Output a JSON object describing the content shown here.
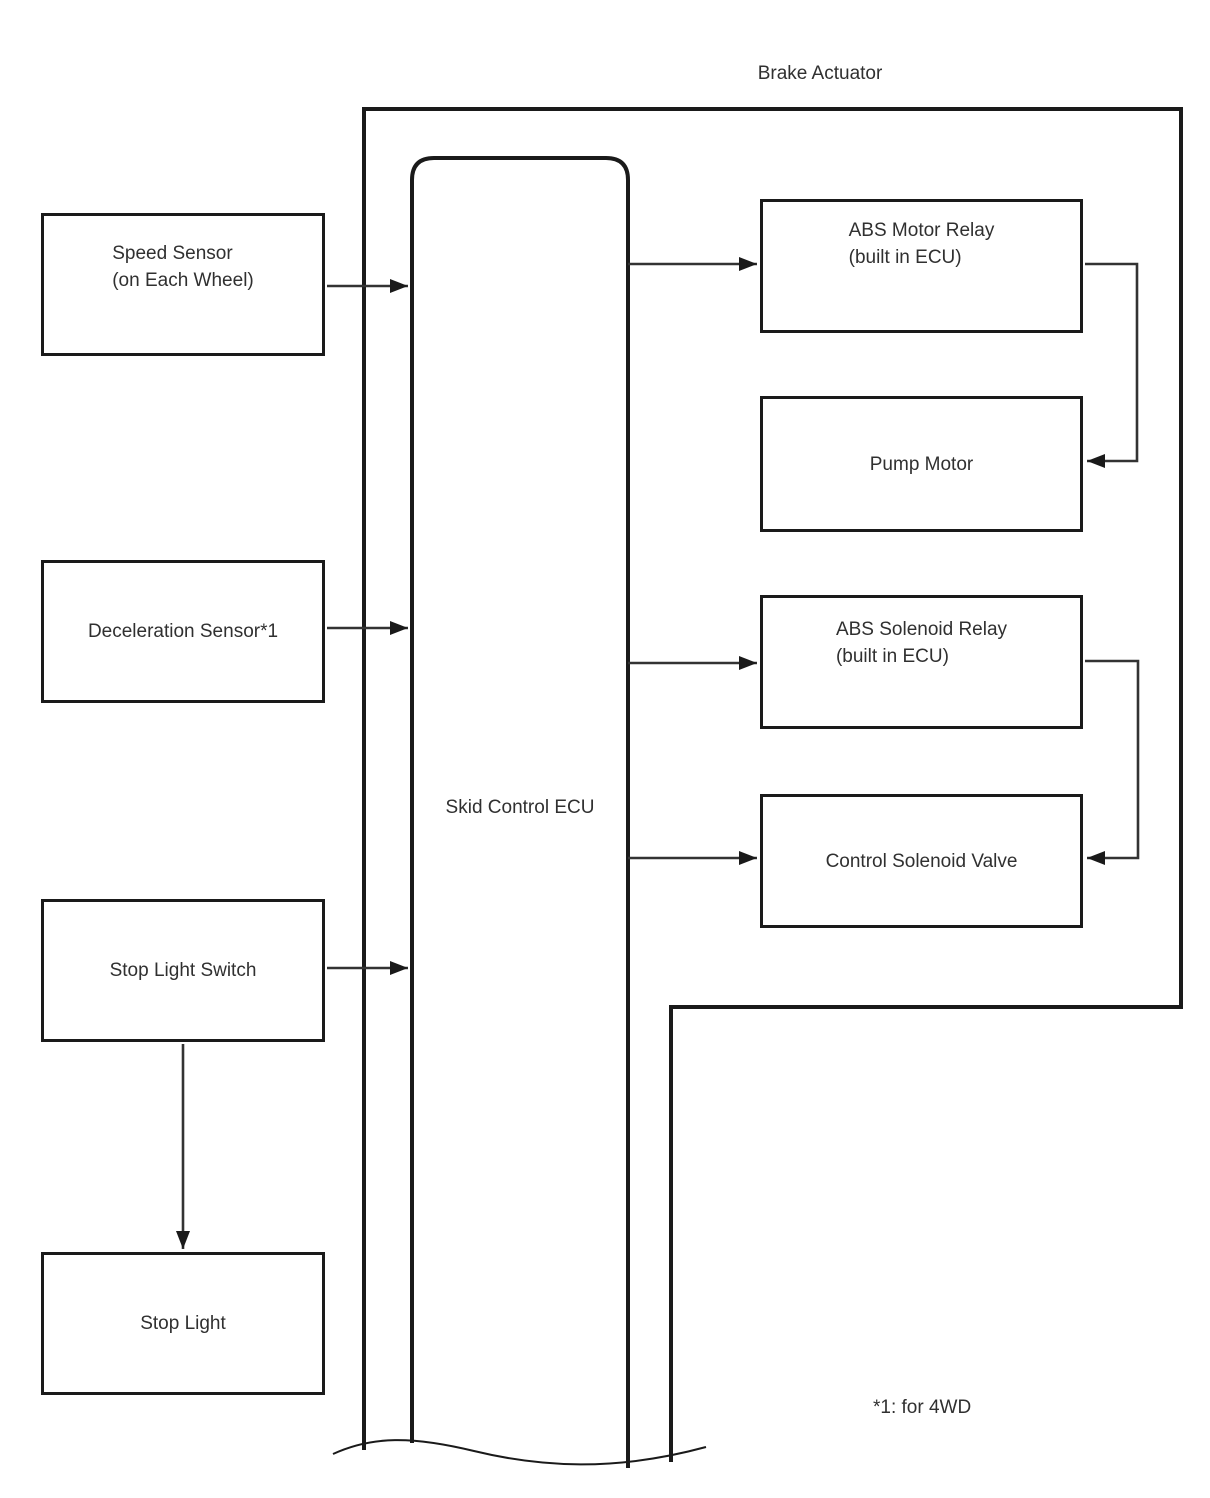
{
  "title": "Brake Actuator",
  "ecu": {
    "label": "Skid Control ECU"
  },
  "note": "*1: for 4WD",
  "boxes": {
    "speed_sensor": {
      "line1": "Speed Sensor",
      "line2": "(on Each Wheel)"
    },
    "deceleration_sensor": {
      "label": "Deceleration Sensor*1"
    },
    "stop_light_switch": {
      "label": "Stop Light Switch"
    },
    "stop_light": {
      "label": "Stop Light"
    },
    "abs_motor_relay": {
      "line1": "ABS Motor Relay",
      "line2": "(built in ECU)"
    },
    "pump_motor": {
      "label": "Pump Motor"
    },
    "abs_solenoid_relay": {
      "line1": "ABS Solenoid Relay",
      "line2": "(built in ECU)"
    },
    "control_solenoid_valve": {
      "label": "Control Solenoid Valve"
    }
  },
  "colors": {
    "outline": "#1a1a1a",
    "connector": "#333333",
    "text": "#303030",
    "background": "#ffffff"
  }
}
